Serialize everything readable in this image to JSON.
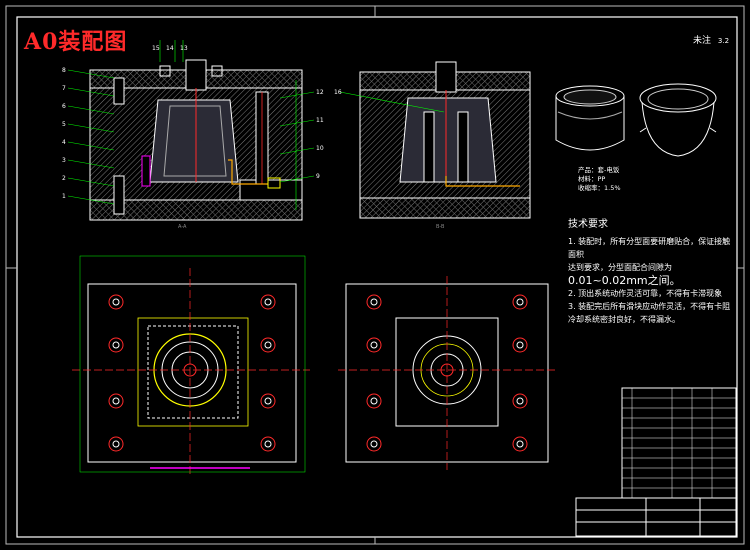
{
  "drawing": {
    "stamp_label": "A0装配图",
    "surface_note": "未注",
    "surface_symbol": "3.2"
  },
  "section_views": {
    "callouts_left": [
      "8",
      "7",
      "6",
      "5",
      "4",
      "3",
      "2",
      "1"
    ],
    "callouts_top": [
      "15",
      "14",
      "13"
    ],
    "callouts_right": [
      "12",
      "11",
      "10",
      "9"
    ],
    "callout_mid": [
      "16"
    ],
    "caption_left": "A-A",
    "caption_right": "B-B"
  },
  "part_spec": {
    "line1": "产品：套-电饭",
    "line2": "材料：PP",
    "line3": "收缩率：1.5%"
  },
  "tech_requirements": {
    "heading": "技术要求",
    "items": [
      "1. 装配时，所有分型面要研磨贴合，保证接触面积",
      "达到要求，分型面配合间隙为",
      "0.01~0.02mm之间。",
      "2. 顶出系统动作灵活可靠，不得有卡滞现象",
      "3. 装配完后所有滑块应动作灵活，不得有卡阻",
      "冷却系统密封良好，不得漏水。"
    ]
  },
  "colors": {
    "background": "#000000",
    "line": "#ffffff",
    "accent_red": "#ff2a2a",
    "accent_yellow": "#ffff00",
    "accent_green": "#00ff00",
    "accent_magenta": "#ff00ff",
    "hatch": "#808080"
  }
}
